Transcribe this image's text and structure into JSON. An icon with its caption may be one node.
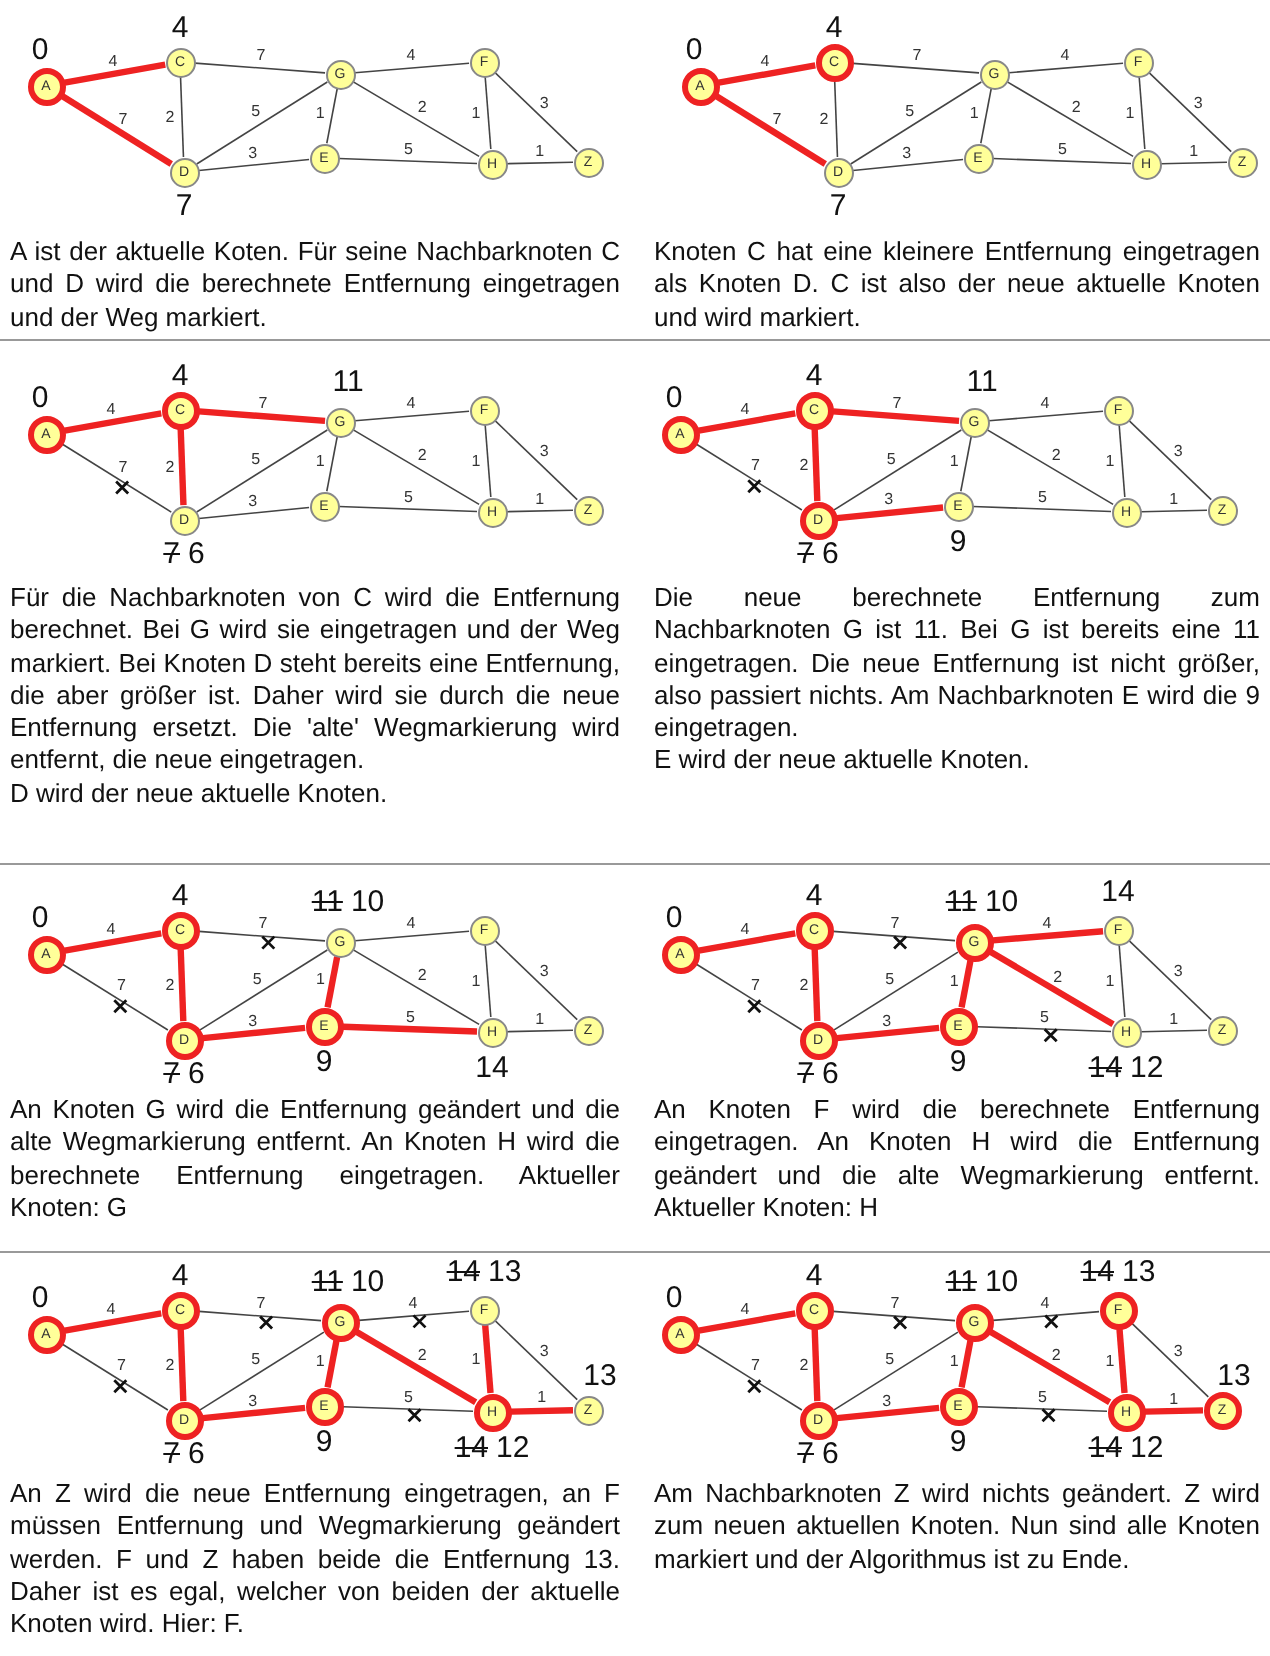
{
  "diagram": {
    "nodes": [
      {
        "text": [
          "A"
        ],
        "beside": [
          "0"
        ]
      },
      {
        "text": [
          "C"
        ],
        "beside": [
          "4"
        ]
      },
      {
        "text": [
          "D"
        ],
        "beside": [
          "7"
        ]
      },
      {
        "text": [
          "G"
        ]
      },
      {
        "text": [
          "E"
        ]
      },
      {
        "text": [
          "F"
        ]
      },
      {
        "text": [
          "H"
        ]
      },
      {
        "text": [
          "Z"
        ]
      },
      {
        "text": [
          "A"
        ],
        "beside": [
          "0"
        ]
      },
      {
        "text": [
          "C"
        ],
        "beside": [
          "4"
        ]
      },
      {
        "text": [
          "D"
        ],
        "beside": [
          "7"
        ]
      },
      {
        "text": [
          "G"
        ]
      },
      {
        "text": [
          "E"
        ]
      },
      {
        "text": [
          "F"
        ]
      },
      {
        "text": [
          "H"
        ]
      },
      {
        "text": [
          "Z"
        ]
      },
      {
        "text": [
          "A"
        ],
        "beside": [
          "0"
        ]
      },
      {
        "text": [
          "C"
        ],
        "beside": [
          "4"
        ]
      },
      {
        "text": [
          "D"
        ],
        "beside": [
          "7",
          "6"
        ]
      },
      {
        "text": [
          "G"
        ],
        "beside": [
          "11"
        ]
      },
      {
        "text": [
          "E"
        ]
      },
      {
        "text": [
          "F"
        ]
      },
      {
        "text": [
          "H"
        ]
      },
      {
        "text": [
          "Z"
        ]
      },
      {
        "text": [
          "A"
        ],
        "beside": [
          "0"
        ]
      },
      {
        "text": [
          "C"
        ],
        "beside": [
          "4"
        ]
      },
      {
        "text": [
          "D"
        ],
        "beside": [
          "7",
          "6"
        ]
      },
      {
        "text": [
          "G"
        ],
        "beside": [
          "11"
        ]
      },
      {
        "text": [
          "E"
        ],
        "beside": [
          "9"
        ]
      },
      {
        "text": [
          "F"
        ]
      },
      {
        "text": [
          "H"
        ]
      },
      {
        "text": [
          "Z"
        ]
      },
      {
        "text": [
          "A"
        ],
        "beside": [
          "0"
        ]
      },
      {
        "text": [
          "C"
        ],
        "beside": [
          "4"
        ]
      },
      {
        "text": [
          "D"
        ],
        "beside": [
          "7",
          "6"
        ]
      },
      {
        "text": [
          "G"
        ],
        "beside": [
          "11",
          "10"
        ]
      },
      {
        "text": [
          "E"
        ],
        "beside": [
          "9"
        ]
      },
      {
        "text": [
          "F"
        ]
      },
      {
        "text": [
          "H"
        ],
        "beside": [
          "14"
        ]
      },
      {
        "text": [
          "Z"
        ]
      },
      {
        "text": [
          "A"
        ],
        "beside": [
          "0"
        ]
      },
      {
        "text": [
          "C"
        ],
        "beside": [
          "4"
        ]
      },
      {
        "text": [
          "D"
        ],
        "beside": [
          "7",
          "6"
        ]
      },
      {
        "text": [
          "G"
        ],
        "beside": [
          "11",
          "10"
        ]
      },
      {
        "text": [
          "E"
        ],
        "beside": [
          "9"
        ]
      },
      {
        "text": [
          "F"
        ],
        "beside": [
          "14"
        ]
      },
      {
        "text": [
          "H"
        ],
        "beside": [
          "14",
          "12"
        ]
      },
      {
        "text": [
          "Z"
        ]
      },
      {
        "text": [
          "A"
        ],
        "beside": [
          "0"
        ]
      },
      {
        "text": [
          "C"
        ],
        "beside": [
          "4"
        ]
      },
      {
        "text": [
          "D"
        ],
        "beside": [
          "7",
          "6"
        ]
      },
      {
        "text": [
          "G"
        ],
        "beside": [
          "11",
          "10"
        ]
      },
      {
        "text": [
          "E"
        ],
        "beside": [
          "9"
        ]
      },
      {
        "text": [
          "F"
        ],
        "beside": [
          "14",
          "13"
        ]
      },
      {
        "text": [
          "H"
        ],
        "beside": [
          "14",
          "12"
        ]
      },
      {
        "text": [
          "Z"
        ],
        "beside": [
          "13"
        ]
      },
      {
        "text": [
          "A"
        ],
        "beside": [
          "0"
        ]
      },
      {
        "text": [
          "C"
        ],
        "beside": [
          "4"
        ]
      },
      {
        "text": [
          "D"
        ],
        "beside": [
          "7",
          "6"
        ]
      },
      {
        "text": [
          "G"
        ],
        "beside": [
          "11",
          "10"
        ]
      },
      {
        "text": [
          "E"
        ],
        "beside": [
          "9"
        ]
      },
      {
        "text": [
          "F"
        ],
        "beside": [
          "14",
          "13"
        ]
      },
      {
        "text": [
          "H"
        ],
        "beside": [
          "14",
          "12"
        ]
      },
      {
        "text": [
          "Z"
        ],
        "beside": [
          "13"
        ]
      }
    ],
    "edges": [
      {
        "from": 0,
        "to": 1,
        "label": "4",
        "arrow": "none",
        "style": "thick",
        "color": "#ee2222"
      },
      {
        "from": 0,
        "to": 2,
        "label": "7",
        "arrow": "none",
        "style": "thick",
        "color": "#ee2222"
      },
      {
        "from": 1,
        "to": 2,
        "label": "2",
        "arrow": "none"
      },
      {
        "from": 1,
        "to": 3,
        "label": "7",
        "arrow": "none"
      },
      {
        "from": 2,
        "to": 3,
        "label": "5",
        "arrow": "none"
      },
      {
        "from": 2,
        "to": 4,
        "label": "3",
        "arrow": "none"
      },
      {
        "from": 3,
        "to": 4,
        "label": "1",
        "arrow": "none"
      },
      {
        "from": 3,
        "to": 5,
        "label": "4",
        "arrow": "none"
      },
      {
        "from": 3,
        "to": 6,
        "label": "2",
        "arrow": "none"
      },
      {
        "from": 4,
        "to": 6,
        "label": "5",
        "arrow": "none"
      },
      {
        "from": 5,
        "to": 6,
        "label": "1",
        "arrow": "none"
      },
      {
        "from": 5,
        "to": 7,
        "label": "3",
        "arrow": "none"
      },
      {
        "from": 6,
        "to": 7,
        "label": "1",
        "arrow": "none"
      },
      {
        "from": 8,
        "to": 9,
        "label": "4",
        "arrow": "none",
        "style": "thick",
        "color": "#ee2222"
      },
      {
        "from": 8,
        "to": 10,
        "label": "7",
        "arrow": "none",
        "style": "thick",
        "color": "#ee2222"
      },
      {
        "from": 9,
        "to": 10,
        "label": "2",
        "arrow": "none"
      },
      {
        "from": 9,
        "to": 11,
        "label": "7",
        "arrow": "none"
      },
      {
        "from": 10,
        "to": 11,
        "label": "5",
        "arrow": "none"
      },
      {
        "from": 10,
        "to": 12,
        "label": "3",
        "arrow": "none"
      },
      {
        "from": 11,
        "to": 12,
        "label": "1",
        "arrow": "none"
      },
      {
        "from": 11,
        "to": 13,
        "label": "4",
        "arrow": "none"
      },
      {
        "from": 11,
        "to": 14,
        "label": "2",
        "arrow": "none"
      },
      {
        "from": 12,
        "to": 14,
        "label": "5",
        "arrow": "none"
      },
      {
        "from": 13,
        "to": 14,
        "label": "1",
        "arrow": "none"
      },
      {
        "from": 13,
        "to": 15,
        "label": "3",
        "arrow": "none"
      },
      {
        "from": 14,
        "to": 15,
        "label": "1",
        "arrow": "none"
      },
      {
        "from": 16,
        "to": 17,
        "label": "4",
        "arrow": "none",
        "style": "thick",
        "color": "#ee2222"
      },
      {
        "from": 16,
        "to": 18,
        "label": "7",
        "arrow": "none"
      },
      {
        "from": 17,
        "to": 18,
        "label": "2",
        "arrow": "none",
        "style": "thick",
        "color": "#ee2222"
      },
      {
        "from": 17,
        "to": 19,
        "label": "7",
        "arrow": "none",
        "style": "thick",
        "color": "#ee2222"
      },
      {
        "from": 18,
        "to": 19,
        "label": "5",
        "arrow": "none"
      },
      {
        "from": 18,
        "to": 20,
        "label": "3",
        "arrow": "none"
      },
      {
        "from": 19,
        "to": 20,
        "label": "1",
        "arrow": "none"
      },
      {
        "from": 19,
        "to": 21,
        "label": "4",
        "arrow": "none"
      },
      {
        "from": 19,
        "to": 22,
        "label": "2",
        "arrow": "none"
      },
      {
        "from": 20,
        "to": 22,
        "label": "5",
        "arrow": "none"
      },
      {
        "from": 21,
        "to": 22,
        "label": "1",
        "arrow": "none"
      },
      {
        "from": 21,
        "to": 23,
        "label": "3",
        "arrow": "none"
      },
      {
        "from": 22,
        "to": 23,
        "label": "1",
        "arrow": "none"
      },
      {
        "from": 24,
        "to": 25,
        "label": "4",
        "arrow": "none",
        "style": "thick",
        "color": "#ee2222"
      },
      {
        "from": 24,
        "to": 26,
        "label": "7",
        "arrow": "none"
      },
      {
        "from": 25,
        "to": 26,
        "label": "2",
        "arrow": "none",
        "style": "thick",
        "color": "#ee2222"
      },
      {
        "from": 25,
        "to": 27,
        "label": "7",
        "arrow": "none",
        "style": "thick",
        "color": "#ee2222"
      },
      {
        "from": 26,
        "to": 27,
        "label": "5",
        "arrow": "none"
      },
      {
        "from": 26,
        "to": 28,
        "label": "3",
        "arrow": "none",
        "style": "thick",
        "color": "#ee2222"
      },
      {
        "from": 27,
        "to": 28,
        "label": "1",
        "arrow": "none"
      },
      {
        "from": 27,
        "to": 29,
        "label": "4",
        "arrow": "none"
      },
      {
        "from": 27,
        "to": 30,
        "label": "2",
        "arrow": "none"
      },
      {
        "from": 28,
        "to": 30,
        "label": "5",
        "arrow": "none"
      },
      {
        "from": 29,
        "to": 30,
        "label": "1",
        "arrow": "none"
      },
      {
        "from": 29,
        "to": 31,
        "label": "3",
        "arrow": "none"
      },
      {
        "from": 30,
        "to": 31,
        "label": "1",
        "arrow": "none"
      },
      {
        "from": 32,
        "to": 33,
        "label": "4",
        "arrow": "none",
        "style": "thick",
        "color": "#ee2222"
      },
      {
        "from": 32,
        "to": 34,
        "label": "7",
        "arrow": "none"
      },
      {
        "from": 33,
        "to": 34,
        "label": "2",
        "arrow": "none",
        "style": "thick",
        "color": "#ee2222"
      },
      {
        "from": 33,
        "to": 35,
        "label": "7",
        "arrow": "none"
      },
      {
        "from": 34,
        "to": 35,
        "label": "5",
        "arrow": "none"
      },
      {
        "from": 34,
        "to": 36,
        "label": "3",
        "arrow": "none",
        "style": "thick",
        "color": "#ee2222"
      },
      {
        "from": 35,
        "to": 36,
        "label": "1",
        "arrow": "none",
        "style": "thick",
        "color": "#ee2222"
      },
      {
        "from": 35,
        "to": 37,
        "label": "4",
        "arrow": "none"
      },
      {
        "from": 35,
        "to": 38,
        "label": "2",
        "arrow": "none"
      },
      {
        "from": 36,
        "to": 38,
        "label": "5",
        "arrow": "none",
        "style": "thick",
        "color": "#ee2222"
      },
      {
        "from": 37,
        "to": 38,
        "label": "1",
        "arrow": "none"
      },
      {
        "from": 37,
        "to": 39,
        "label": "3",
        "arrow": "none"
      },
      {
        "from": 38,
        "to": 39,
        "label": "1",
        "arrow": "none"
      },
      {
        "from": 40,
        "to": 41,
        "label": "4",
        "arrow": "none",
        "style": "thick",
        "color": "#ee2222"
      },
      {
        "from": 40,
        "to": 42,
        "label": "7",
        "arrow": "none"
      },
      {
        "from": 41,
        "to": 42,
        "label": "2",
        "arrow": "none",
        "style": "thick",
        "color": "#ee2222"
      },
      {
        "from": 41,
        "to": 43,
        "label": "7",
        "arrow": "none"
      },
      {
        "from": 42,
        "to": 43,
        "label": "5",
        "arrow": "none"
      },
      {
        "from": 42,
        "to": 44,
        "label": "3",
        "arrow": "none",
        "style": "thick",
        "color": "#ee2222"
      },
      {
        "from": 43,
        "to": 44,
        "label": "1",
        "arrow": "none",
        "style": "thick",
        "color": "#ee2222"
      },
      {
        "from": 43,
        "to": 45,
        "label": "4",
        "arrow": "none",
        "style": "thick",
        "color": "#ee2222"
      },
      {
        "from": 43,
        "to": 46,
        "label": "2",
        "arrow": "none",
        "style": "thick",
        "color": "#ee2222"
      },
      {
        "from": 44,
        "to": 46,
        "label": "5",
        "arrow": "none"
      },
      {
        "from": 45,
        "to": 46,
        "label": "1",
        "arrow": "none"
      },
      {
        "from": 45,
        "to": 47,
        "label": "3",
        "arrow": "none"
      },
      {
        "from": 46,
        "to": 47,
        "label": "1",
        "arrow": "none"
      },
      {
        "from": 48,
        "to": 49,
        "label": "4",
        "arrow": "none",
        "style": "thick",
        "color": "#ee2222"
      },
      {
        "from": 48,
        "to": 50,
        "label": "7",
        "arrow": "none"
      },
      {
        "from": 49,
        "to": 50,
        "label": "2",
        "arrow": "none",
        "style": "thick",
        "color": "#ee2222"
      },
      {
        "from": 49,
        "to": 51,
        "label": "7",
        "arrow": "none"
      },
      {
        "from": 50,
        "to": 51,
        "label": "5",
        "arrow": "none"
      },
      {
        "from": 50,
        "to": 52,
        "label": "3",
        "arrow": "none",
        "style": "thick",
        "color": "#ee2222"
      },
      {
        "from": 51,
        "to": 52,
        "label": "1",
        "arrow": "none",
        "style": "thick",
        "color": "#ee2222"
      },
      {
        "from": 51,
        "to": 53,
        "label": "4",
        "arrow": "none"
      },
      {
        "from": 51,
        "to": 54,
        "label": "2",
        "arrow": "none",
        "style": "thick",
        "color": "#ee2222"
      },
      {
        "from": 52,
        "to": 54,
        "label": "5",
        "arrow": "none"
      },
      {
        "from": 53,
        "to": 54,
        "label": "1",
        "arrow": "none",
        "style": "thick",
        "color": "#ee2222"
      },
      {
        "from": 53,
        "to": 55,
        "label": "3",
        "arrow": "none"
      },
      {
        "from": 54,
        "to": 55,
        "label": "1",
        "arrow": "none",
        "style": "thick",
        "color": "#ee2222"
      },
      {
        "from": 56,
        "to": 57,
        "label": "4",
        "arrow": "none",
        "style": "thick",
        "color": "#ee2222"
      },
      {
        "from": 56,
        "to": 58,
        "label": "7",
        "arrow": "none"
      },
      {
        "from": 57,
        "to": 58,
        "label": "2",
        "arrow": "none",
        "style": "thick",
        "color": "#ee2222"
      },
      {
        "from": 57,
        "to": 59,
        "label": "7",
        "arrow": "none"
      },
      {
        "from": 58,
        "to": 59,
        "label": "5",
        "arrow": "none"
      },
      {
        "from": 58,
        "to": 60,
        "label": "3",
        "arrow": "none",
        "style": "thick",
        "color": "#ee2222"
      },
      {
        "from": 59,
        "to": 60,
        "label": "1",
        "arrow": "none",
        "style": "thick",
        "color": "#ee2222"
      },
      {
        "from": 59,
        "to": 61,
        "label": "4",
        "arrow": "none"
      },
      {
        "from": 59,
        "to": 62,
        "label": "2",
        "arrow": "none",
        "style": "thick",
        "color": "#ee2222"
      },
      {
        "from": 60,
        "to": 62,
        "label": "5",
        "arrow": "none"
      },
      {
        "from": 61,
        "to": 62,
        "label": "1",
        "arrow": "none",
        "style": "thick",
        "color": "#ee2222"
      },
      {
        "from": 61,
        "to": 63,
        "label": "3",
        "arrow": "none"
      },
      {
        "from": 62,
        "to": 63,
        "label": "1",
        "arrow": "none",
        "style": "thick",
        "color": "#ee2222"
      }
    ],
    "labels": [
      "A ist der aktuelle Koten. Für seine Nachbarknoten C und D wird die berechnete Entfernung eingetragen und der Weg markiert.",
      "Knoten C hat eine kleinere Entfernung eingetragen als Knoten D. C ist also der neue aktuelle Knoten und wird markiert.",
      "Für die Nachbarknoten von C wird die Entfernung berechnet. Bei G wird sie eingetragen und der Weg markiert. Bei Knoten D steht bereits eine Entfernung, die aber größer ist. Daher wird sie durch die neue Entfernung ersetzt. Die 'alte' Wegmarkierung wird entfernt, die neue eingetragen.",
      "D wird der neue aktuelle Knoten.",
      "Die neue berechnete Entfernung zum Nachbarknoten G ist 11. Bei G ist bereits eine 11 eingetragen. Die neue Entfernung ist nicht größer, also passiert nichts. Am Nachbarknoten E wird die 9 eingetragen.",
      "E wird der neue aktuelle Knoten.",
      "An Knoten G wird die Entfernung geändert und die alte Wegmarkierung entfernt. An Knoten H wird die berechnete Entfernung eingetragen. Aktueller Knoten: G",
      "An Knoten F wird die berechnete Entfernung eingetragen. An Knoten H wird die Entfernung geändert und die alte Wegmarkierung entfernt. Aktueller Knoten: H",
      "An Z wird die neue Entfernung eingetragen, an F müssen Entfernung und Wegmarkierung geändert werden. F und Z haben beide die Entfernung 13. Daher ist es egal, welcher von beiden der aktuelle Knoten wird. Hier: F.",
      "Am Nachbarknoten Z wird nichts geändert. Z wird zum neuen aktuellen Knoten. Nun sind alle Knoten markiert und der Algorithmus ist zu Ende."
    ]
  }
}
